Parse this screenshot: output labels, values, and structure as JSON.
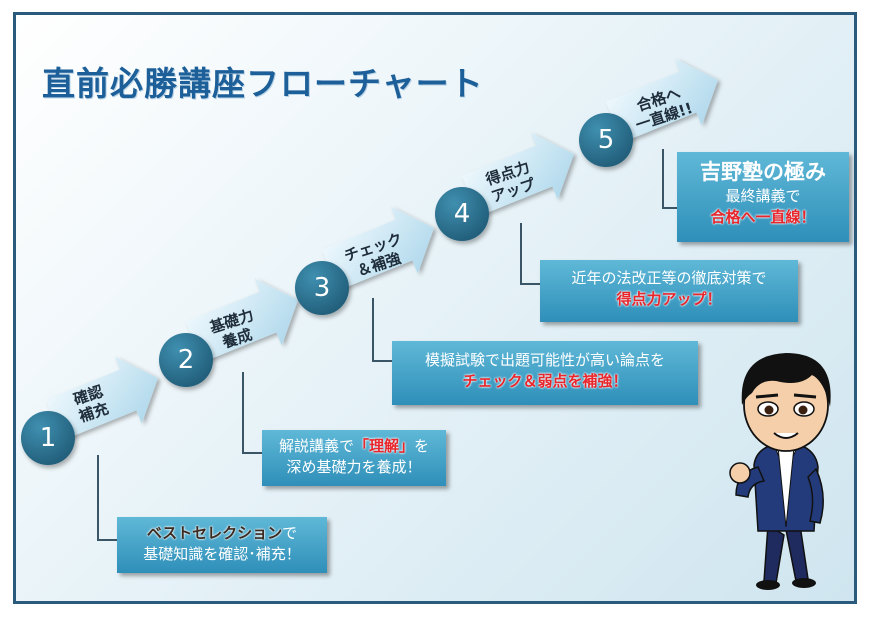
{
  "title": "直前必勝講座フローチャート",
  "steps": [
    {
      "num": "1",
      "line1": "確認",
      "line2": "補充"
    },
    {
      "num": "2",
      "line1": "基礎力",
      "line2": "養成"
    },
    {
      "num": "3",
      "line1": "チェック",
      "line2": "＆補強"
    },
    {
      "num": "4",
      "line1": "得点力",
      "line2": "アップ"
    },
    {
      "num": "5",
      "line1": "合格へ",
      "line2": "一直線!!"
    }
  ],
  "notes": {
    "n1": {
      "em": "ベストセレクション",
      "rest1": "で",
      "line2": "基礎知識を確認･補充！"
    },
    "n2": {
      "pre": "解説講義で",
      "em": "「理解」",
      "post": "を",
      "line2": "深め基礎力を養成！"
    },
    "n3": {
      "line1": "模擬試験で出題可能性が高い論点を",
      "em": "チェック＆弱点を補強！"
    },
    "n4": {
      "line1": "近年の法改正等の徹底対策で",
      "em": "得点力アップ！"
    },
    "n5": {
      "title": "吉野塾の極み",
      "line2": "最終講義で",
      "em": "合格へ一直線！"
    }
  },
  "colors": {
    "title": "#1d5f99",
    "circle": "#2a6e8c",
    "arrow_light": "#e9f5fb",
    "arrow_mid": "#a7d4ea",
    "note_top": "#5fb8d7",
    "note_bottom": "#2f8fb9",
    "accent_red": "#e8262c",
    "frame": "#2a5a7c"
  },
  "illustration": {
    "name": "teacher-caricature"
  }
}
